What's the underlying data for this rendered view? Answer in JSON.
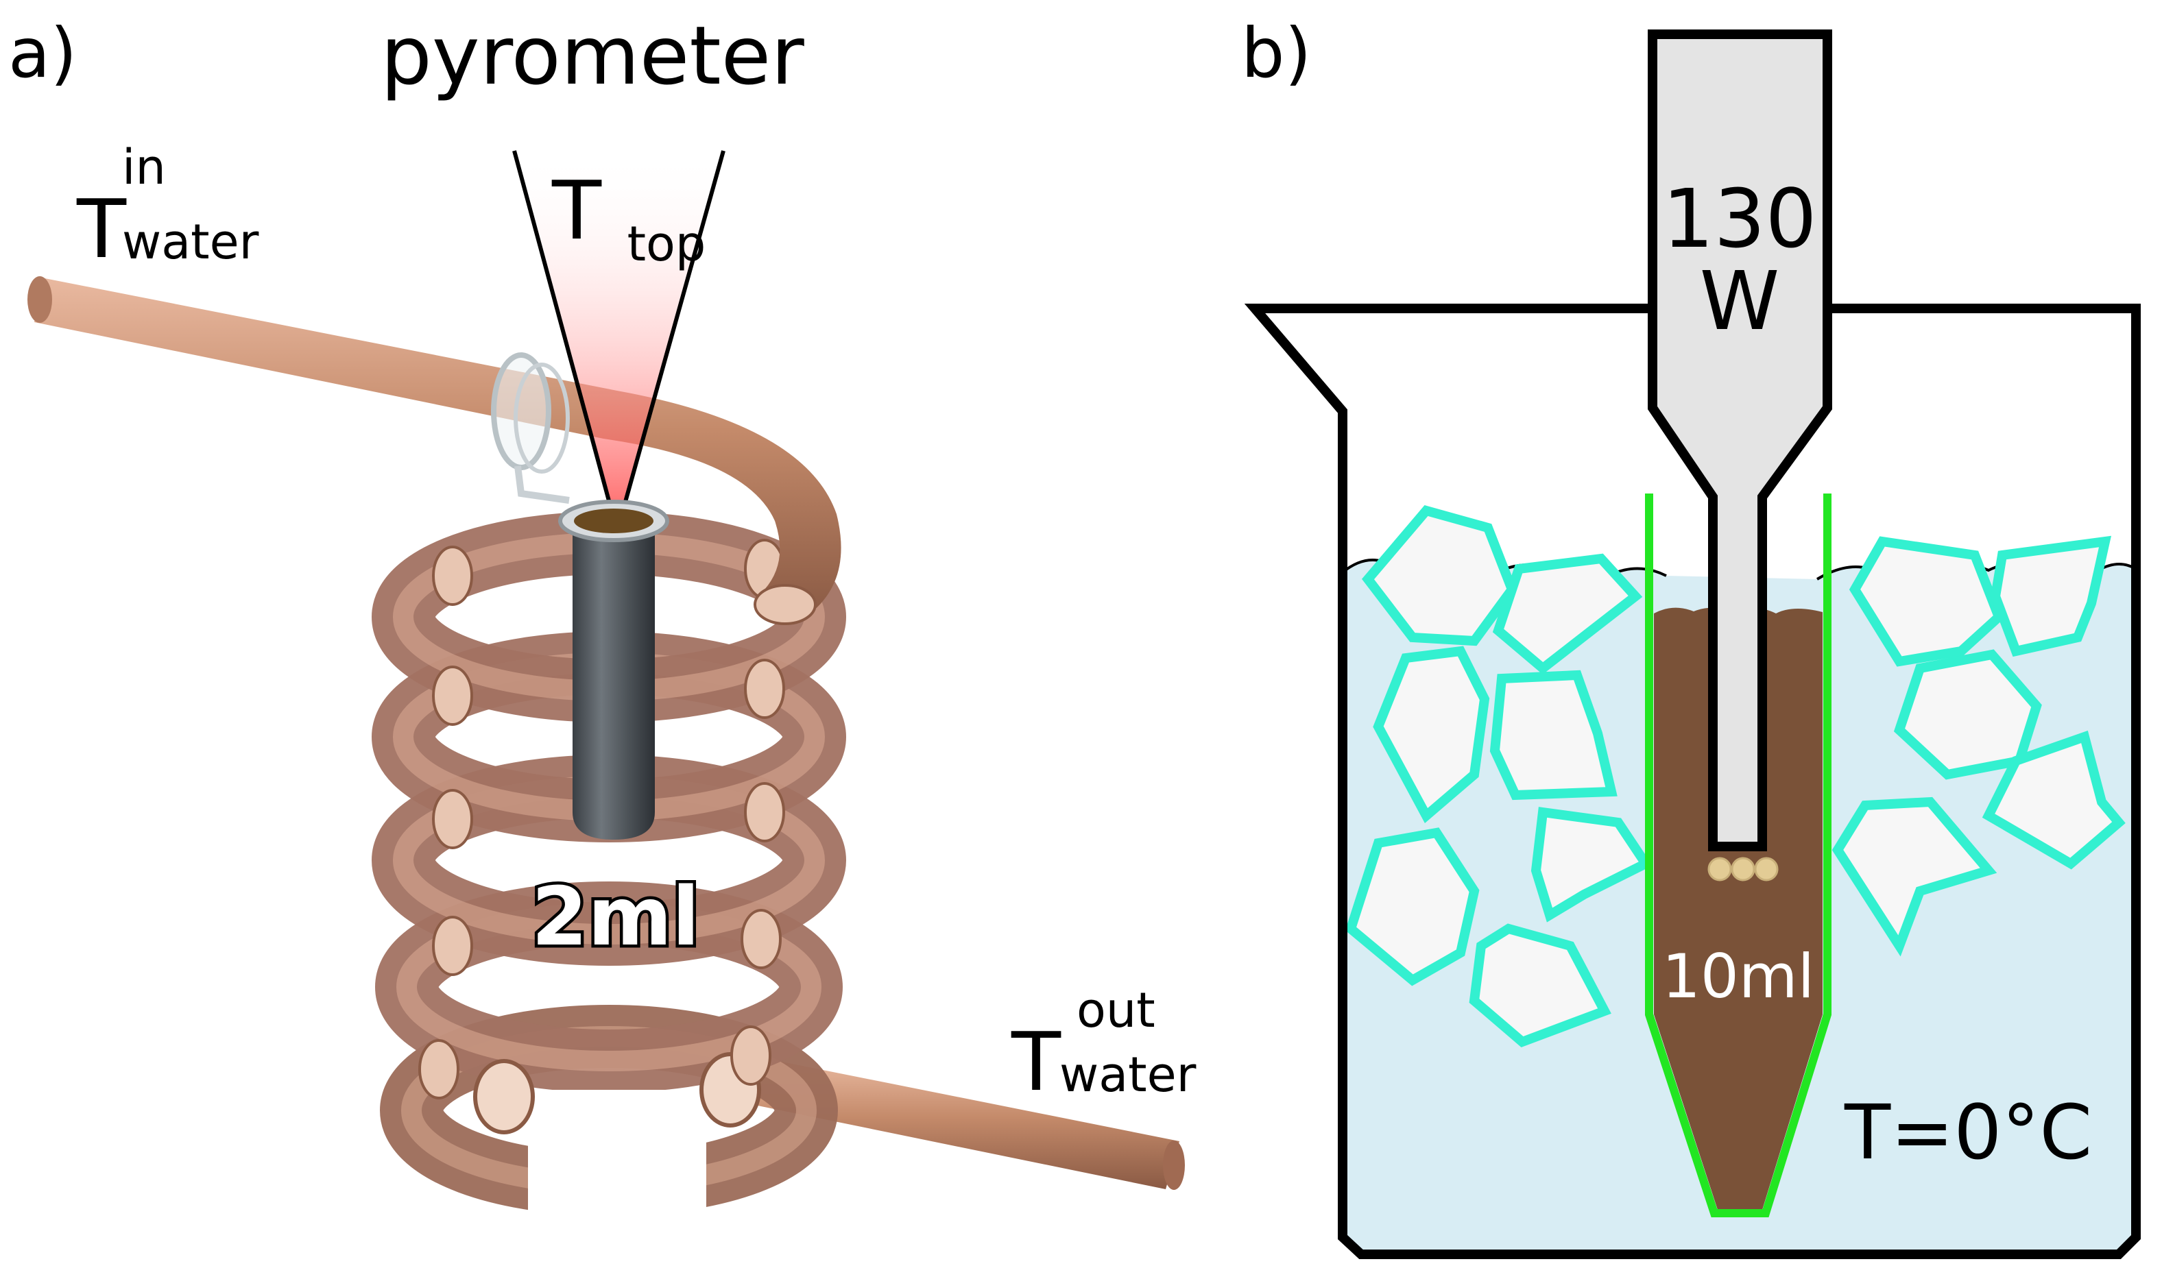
{
  "panel_a": {
    "label": "a)",
    "title": "pyrometer",
    "t_top": {
      "main": "T",
      "sub": "top"
    },
    "t_in": {
      "main": "T",
      "sup": "in",
      "sub": "water"
    },
    "t_out": {
      "main": "T",
      "sup": "out",
      "sub": "water"
    },
    "volume": "2ml"
  },
  "panel_b": {
    "label": "b)",
    "power_value": "130",
    "power_unit": "W",
    "volume": "10ml",
    "temperature": "T=0°C"
  },
  "colors": {
    "copper": "#c48a6a",
    "copper_dark": "#8a5a44",
    "ice_outline": "#33f0d0",
    "water": "#d8edf4",
    "liquid": "#7a5238",
    "tube_outline": "#22e622",
    "probe": "#e4e4e4",
    "beam": "#ff8080"
  }
}
